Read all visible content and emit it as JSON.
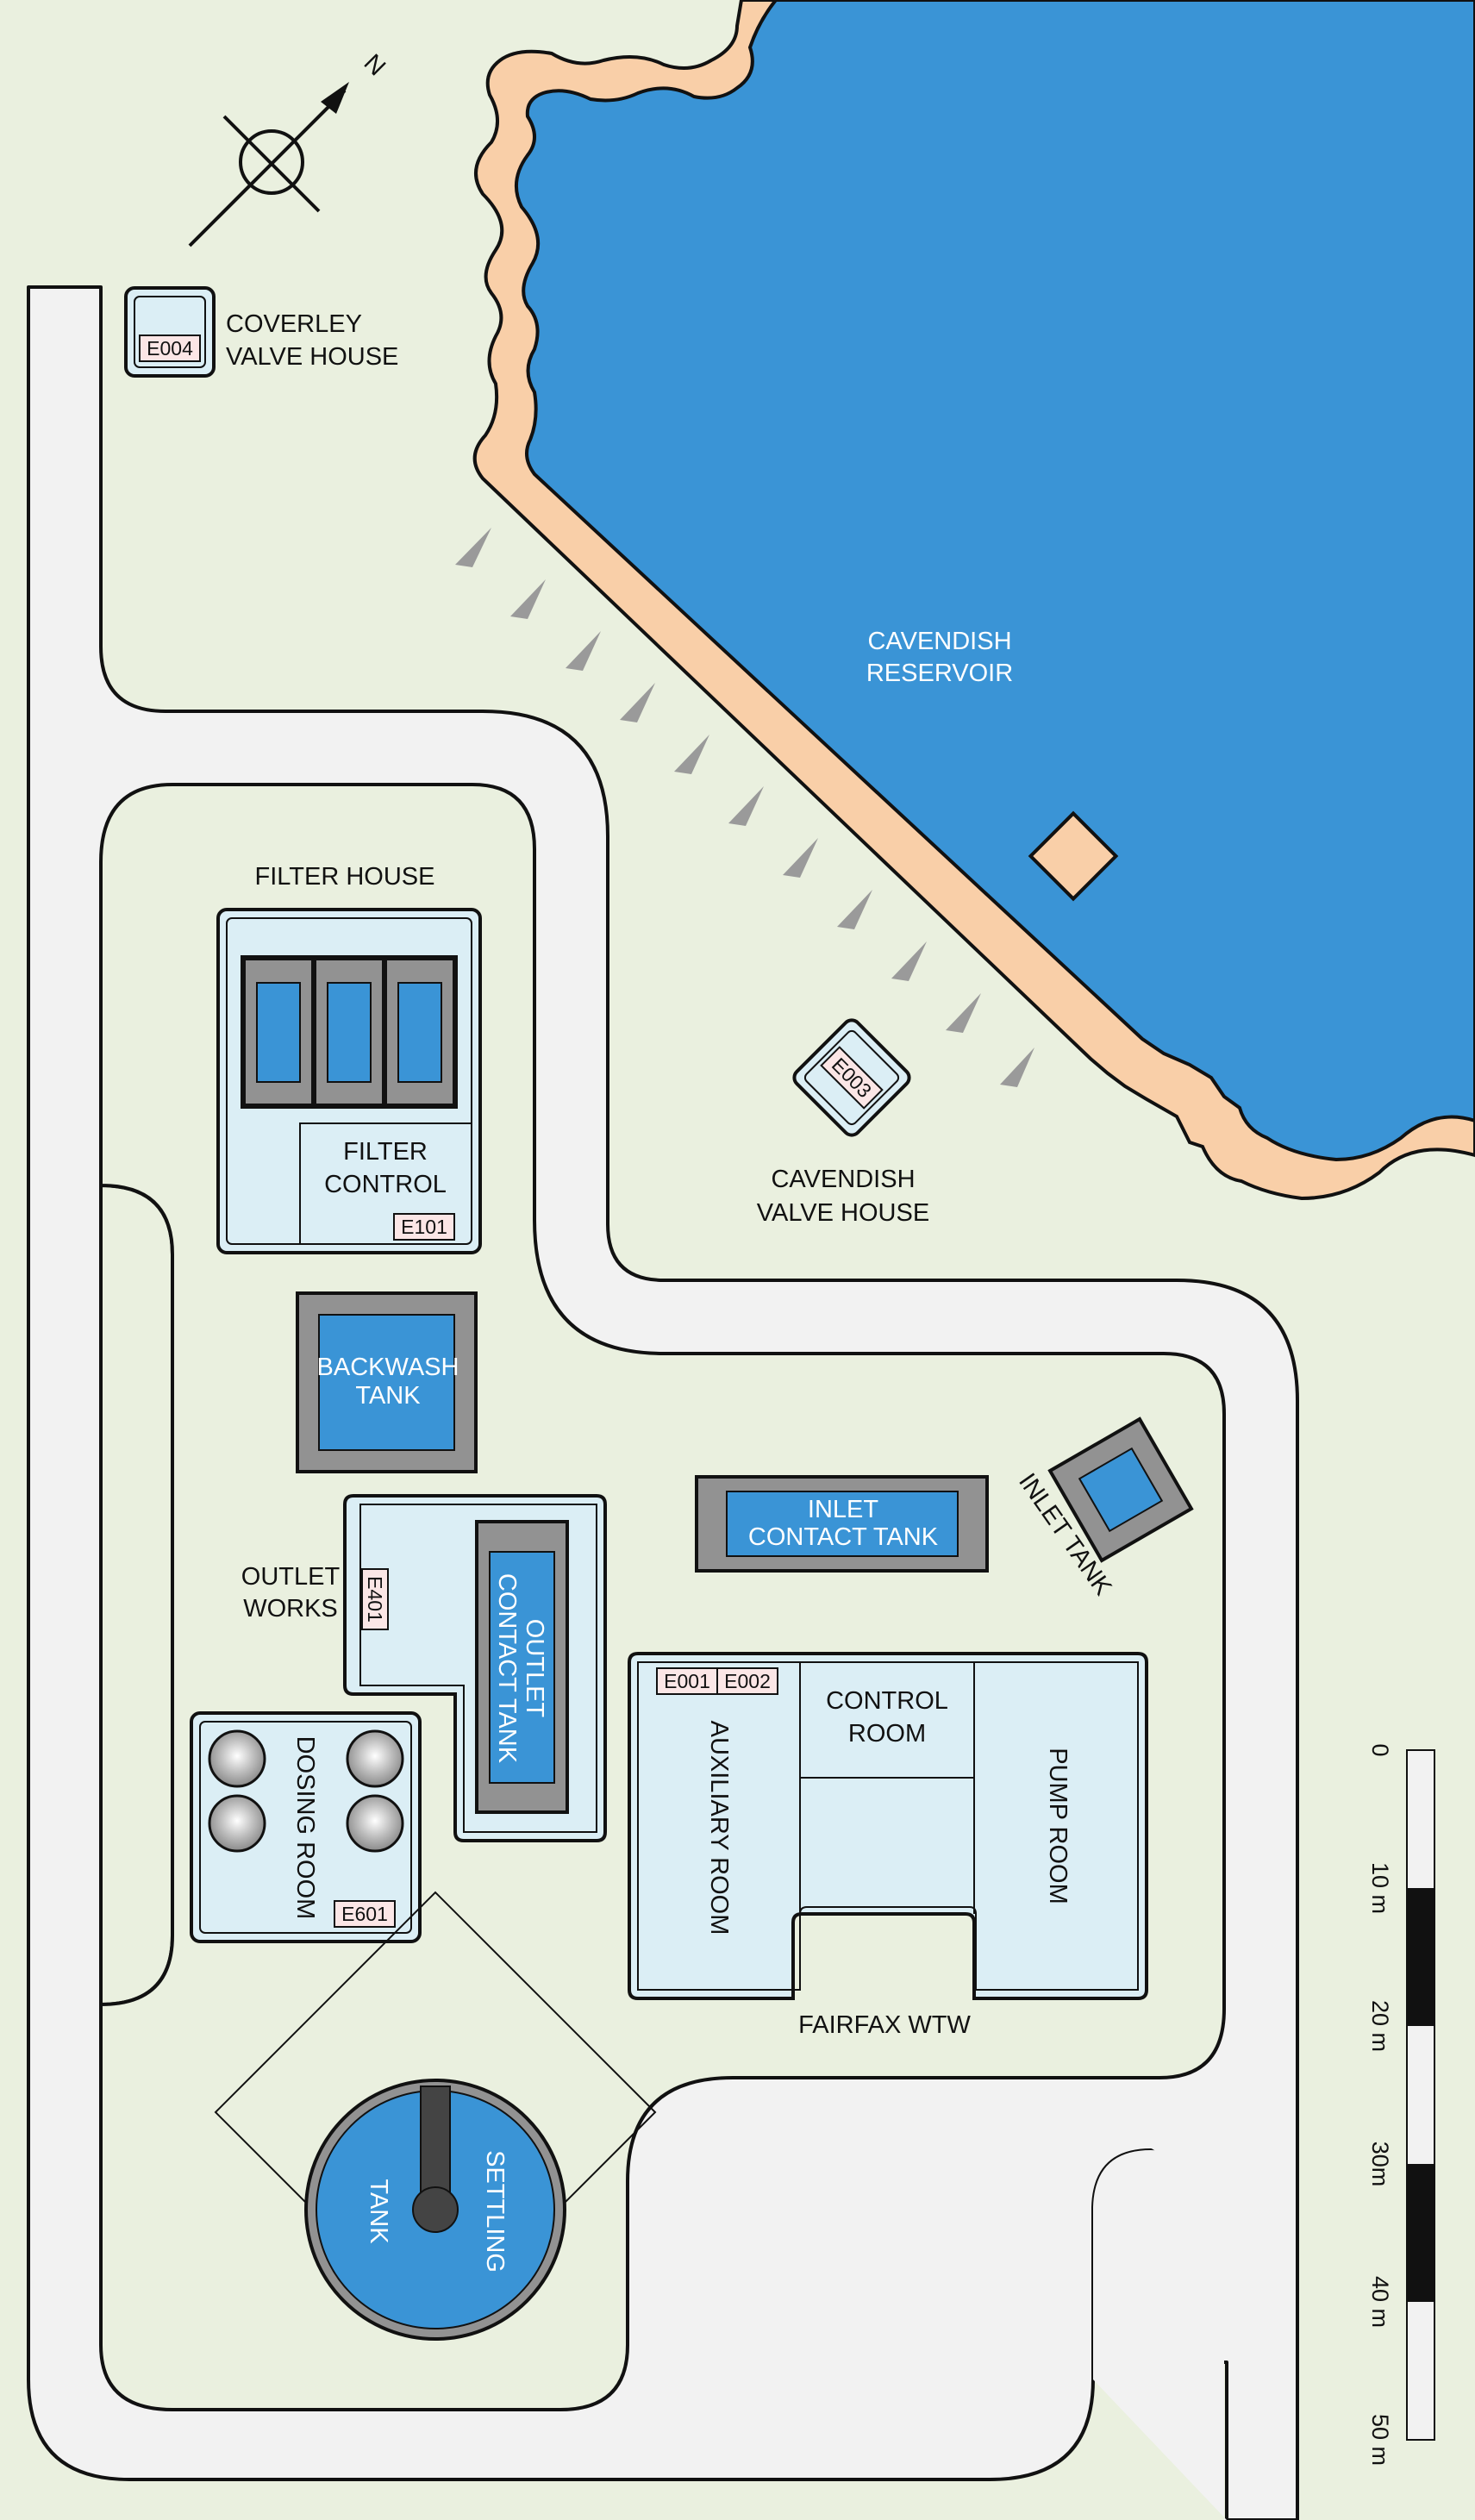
{
  "colors": {
    "ground": "#eaf0df",
    "road": "#f2f2f2",
    "water": "#3a94d6",
    "shore": "#f9cfa8",
    "building": "#dbeef5",
    "equipment_grey": "#929292",
    "tag_fill": "#fbe6e6"
  },
  "compass": {
    "north_label": "N",
    "icon": "north-arrow-icon"
  },
  "labels": {
    "coverley_valve_house": [
      "COVERLEY",
      "VALVE HOUSE"
    ],
    "cavendish_reservoir": [
      "CAVENDISH",
      "RESERVOIR"
    ],
    "filter_house": "FILTER HOUSE",
    "filter_control": [
      "FILTER",
      "CONTROL"
    ],
    "backwash_tank": [
      "BACKWASH",
      "TANK"
    ],
    "cavendish_valve_house": [
      "CAVENDISH",
      "VALVE HOUSE"
    ],
    "inlet_contact_tank": [
      "INLET",
      "CONTACT TANK"
    ],
    "inlet_tank": "INLET TANK",
    "outlet_works": [
      "OUTLET",
      "WORKS"
    ],
    "outlet_contact_tank": [
      "OUTLET",
      "CONTACT TANK"
    ],
    "dosing_room": "DOSING ROOM",
    "auxiliary_room": "AUXILIARY ROOM",
    "control_room": [
      "CONTROL",
      "ROOM"
    ],
    "pump_room": "PUMP ROOM",
    "fairfax_wtw": "FAIRFAX WTW",
    "settling_tank": [
      "SETTLING",
      "TANK"
    ]
  },
  "tags": {
    "coverley": "E004",
    "filter_control": "E101",
    "cavendish_valve": "E003",
    "outlet_works": "E401",
    "aux_1": "E001",
    "aux_2": "E002",
    "dosing": "E601"
  },
  "scale_bar": {
    "labels": [
      "0",
      "10 m",
      "20 m",
      "30m",
      "40 m",
      "50 m"
    ]
  }
}
